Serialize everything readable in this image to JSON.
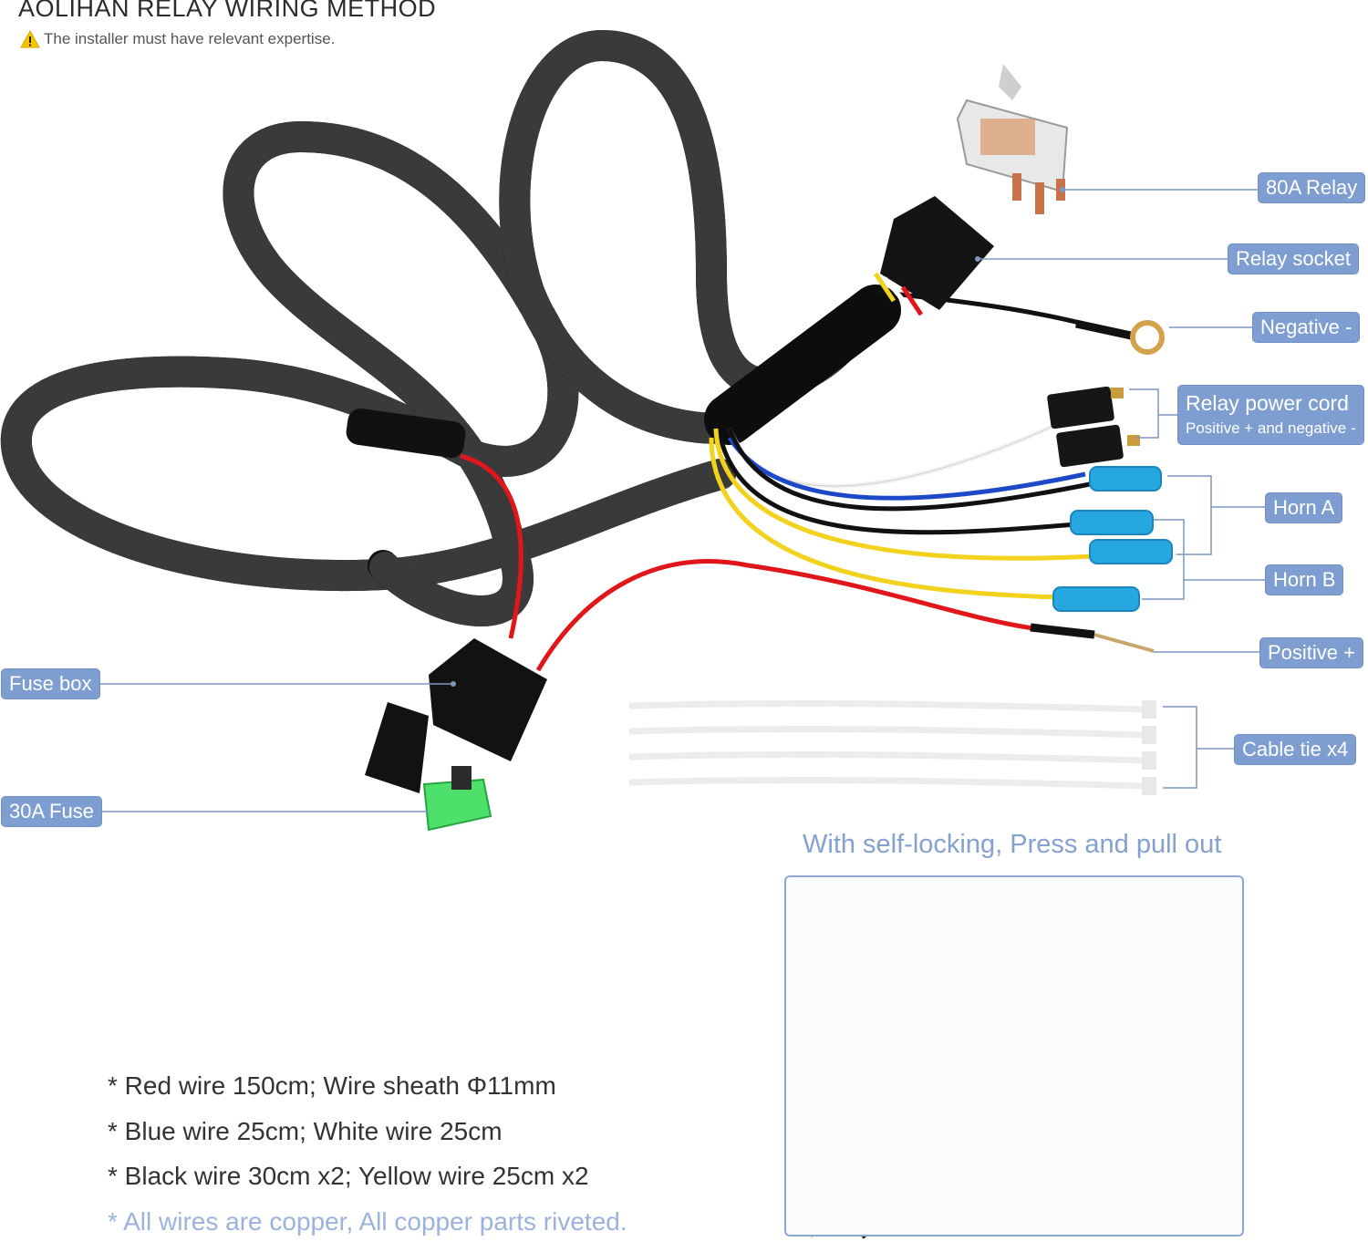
{
  "title": "AOLIHAN RELAY WIRING METHOD",
  "warning": {
    "icon": "warning-triangle-icon",
    "text": "The installer must have relevant expertise."
  },
  "labels": {
    "relay": "80A Relay",
    "socket": "Relay socket",
    "negative": "Negative -",
    "power_cord": "Relay power cord",
    "power_cord_sub": "Positive + and negative -",
    "horn_a": "Horn A",
    "horn_b": "Horn B",
    "positive": "Positive +",
    "cable_tie": "Cable tie  x4",
    "fuse_box": "Fuse box",
    "fuse": "30A Fuse"
  },
  "lock_caption": "With self-locking, Press and pull out",
  "notes": [
    "* Red wire  150cm;  Wire sheath  Φ11mm",
    "* Blue wire  25cm;  White wire  25cm",
    "* Black wire  30cm  x2;  Yellow wire  25cm  x2",
    "* All wires are copper, All copper parts riveted."
  ],
  "colors": {
    "label_bg": "#7e9ed2",
    "leader": "#7f96bf",
    "accent_text": "#86a0d0"
  }
}
